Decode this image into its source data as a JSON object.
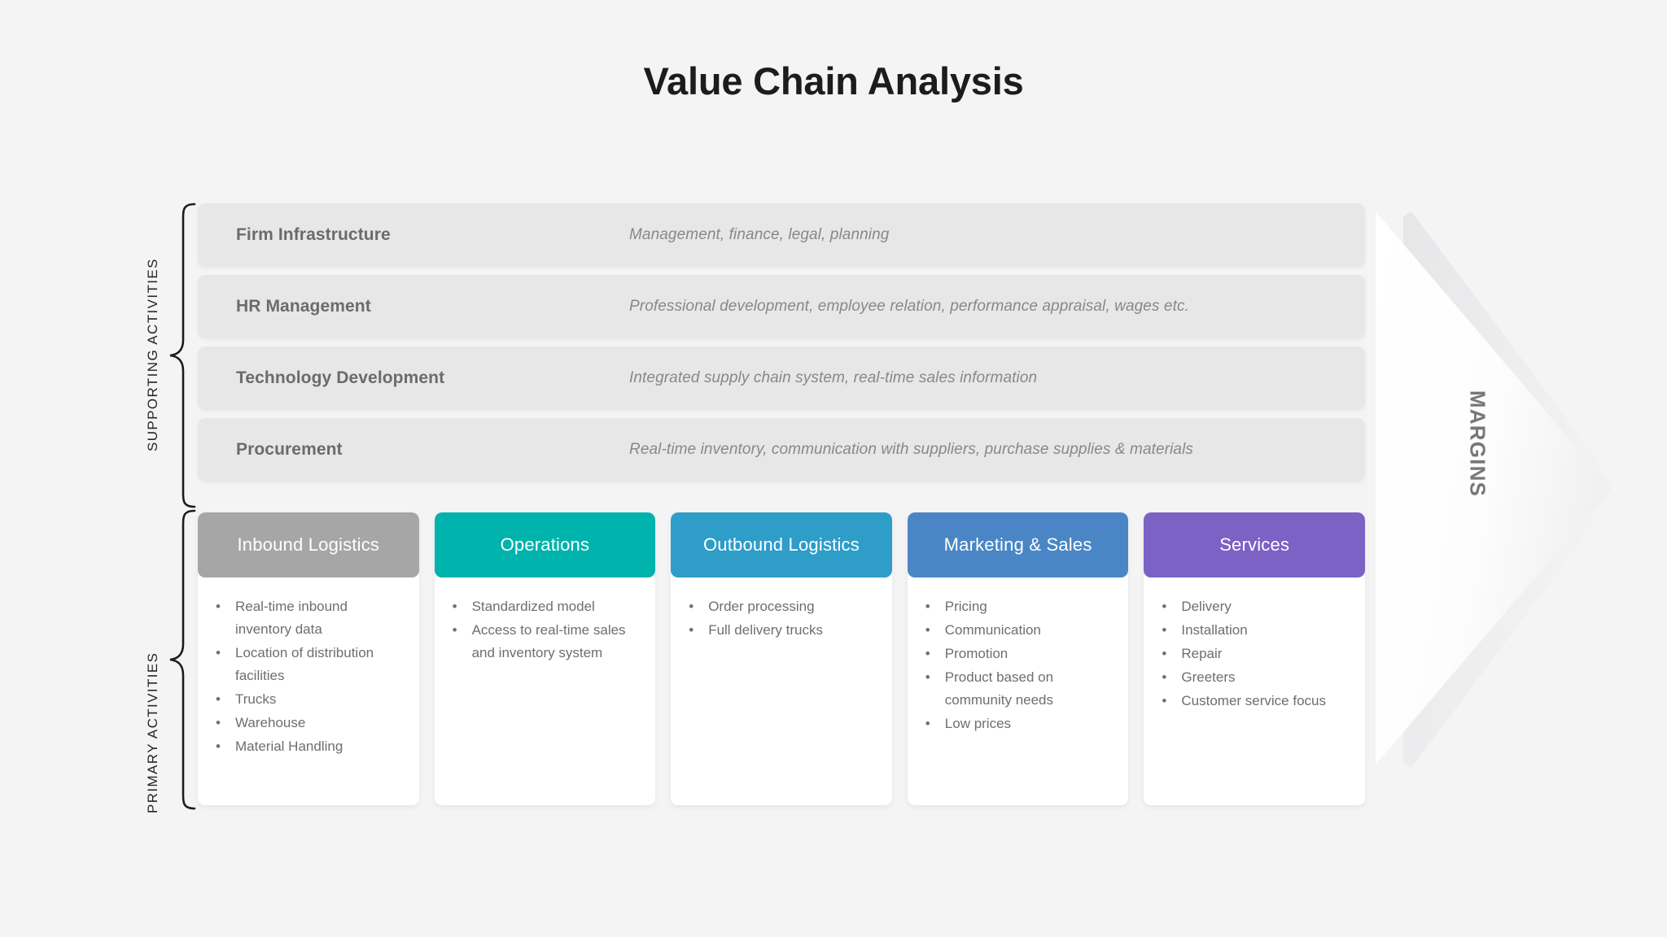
{
  "title": "Value Chain Analysis",
  "axis_labels": {
    "supporting": "SUPPORTING ACTIVITIES",
    "primary": "PRIMARY ACTIVITIES"
  },
  "margins": {
    "label": "MARGINS",
    "color": "#777777"
  },
  "supporting_activities": [
    {
      "title": "Firm Infrastructure",
      "description": "Management, finance, legal, planning"
    },
    {
      "title": "HR Management",
      "description": "Professional development, employee relation, performance appraisal, wages etc."
    },
    {
      "title": "Technology Development",
      "description": "Integrated supply chain system, real-time sales information"
    },
    {
      "title": "Procurement",
      "description": "Real-time inventory, communication with suppliers, purchase supplies & materials"
    }
  ],
  "primary_activities": [
    {
      "title": "Inbound Logistics",
      "color": "#a6a6a6",
      "items": [
        "Real-time inbound inventory data",
        "Location of distribution facilities",
        "Trucks",
        "Warehouse",
        "Material Handling"
      ]
    },
    {
      "title": "Operations",
      "color": "#00b3ac",
      "items": [
        "Standardized model",
        "Access to real-time sales and inventory system"
      ]
    },
    {
      "title": "Outbound Logistics",
      "color": "#2e9dc8",
      "items": [
        "Order processing",
        "Full delivery trucks"
      ]
    },
    {
      "title": "Marketing & Sales",
      "color": "#4a86c5",
      "items": [
        "Pricing",
        "Communication",
        "Promotion",
        "Product based on community needs",
        "Low prices"
      ]
    },
    {
      "title": "Services",
      "color": "#7b62c4",
      "items": [
        "Delivery",
        "Installation",
        "Repair",
        "Greeters",
        "Customer service focus"
      ]
    }
  ],
  "bullet_glyph": "•",
  "theme": {
    "background": "#f4f4f5",
    "row_background": "#e7e7e8",
    "card_background": "#ffffff",
    "title_color": "#1c1c1c"
  }
}
